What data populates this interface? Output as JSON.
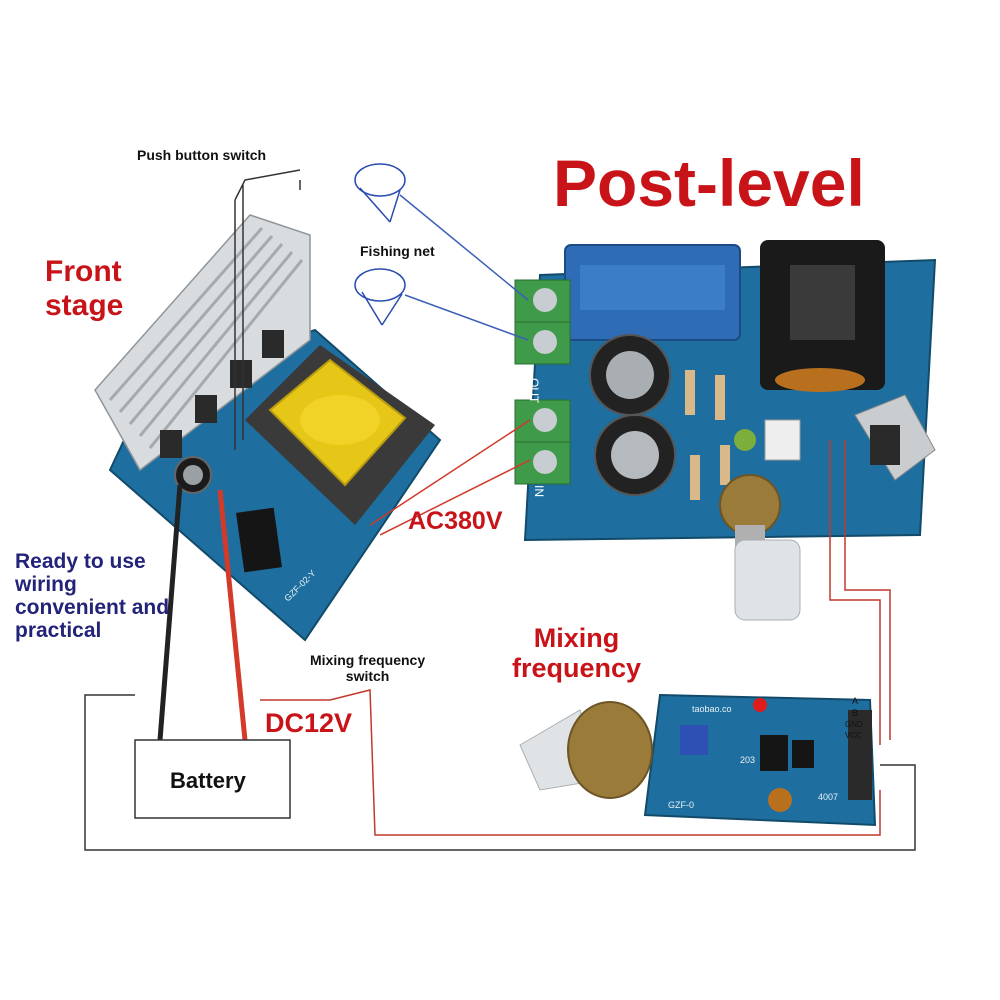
{
  "labels": {
    "push_button_switch": "Push button switch",
    "post_level": "Post-level",
    "fishing_net": "Fishing net",
    "front_stage": "Front\nstage",
    "ready_to_use": "Ready to use\nwiring\nconvenient and\npractical",
    "ac380v": "AC380V",
    "mixing_frequency": "Mixing\nfrequency",
    "mixing_frequency_switch": "Mixing frequency\nswitch",
    "dc12v": "DC12V",
    "battery": "Battery"
  },
  "board_markings": {
    "out": "OUT",
    "in": "IN",
    "front_board_id": "GZF-02-Y",
    "mix_board_site": "taobao.co",
    "mix_board_id": "GZF-0",
    "mix_chip": "4007",
    "mix_pot": "203",
    "pins": [
      "A",
      "B",
      "GND",
      "VCC"
    ]
  },
  "colors": {
    "board_blue": "#1e6f9f",
    "label_red": "#c81418",
    "label_blue": "#23237a",
    "wire_red": "#d03a2a",
    "wire_blue": "#3b5fb8",
    "wire_black": "#222222",
    "transformer_yellow": "#e6c617",
    "terminal_green": "#3f9a4a",
    "heatsink_silver": "#cfd3d6"
  }
}
